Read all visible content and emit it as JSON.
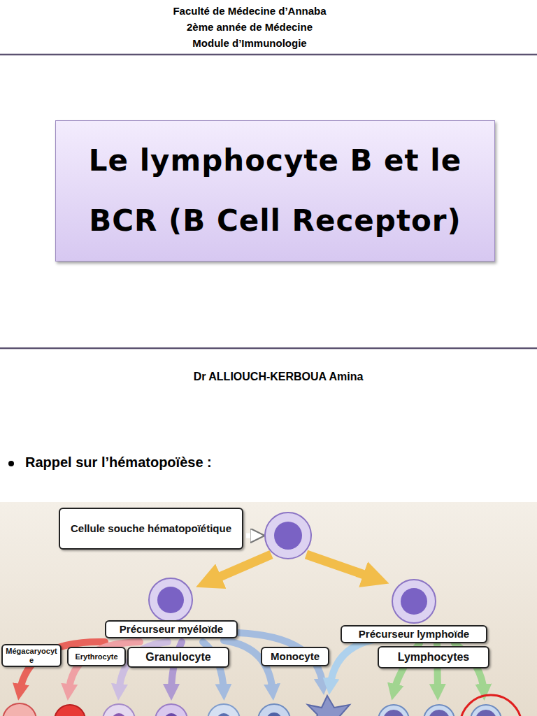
{
  "diagram": {
    "nodes": [
      {
        "text": [
          "Le lymphocyte B et le BCR (B Cell Receptor)"
        ]
      },
      {
        "text": [
          "Cellule souche hématopoïétique"
        ]
      },
      {
        "text": [
          "Précurseur myéloïde"
        ]
      },
      {
        "text": [
          "Précurseur lymphoïde"
        ]
      },
      {
        "text": [
          "Mégacaryocyte"
        ]
      },
      {
        "text": [
          "Erythrocyte"
        ]
      },
      {
        "text": [
          "Granulocyte"
        ]
      },
      {
        "text": [
          "Monocyte"
        ]
      },
      {
        "text": [
          "Lymphocytes"
        ]
      }
    ],
    "labels": [
      "Faculté de Médecine d’Annaba",
      "2ème année de Médecine",
      "Module d’Immunologie",
      "Dr ALLIOUCH-KERBOUA Amina",
      "Rappel sur l’hématopoïèse :"
    ]
  }
}
